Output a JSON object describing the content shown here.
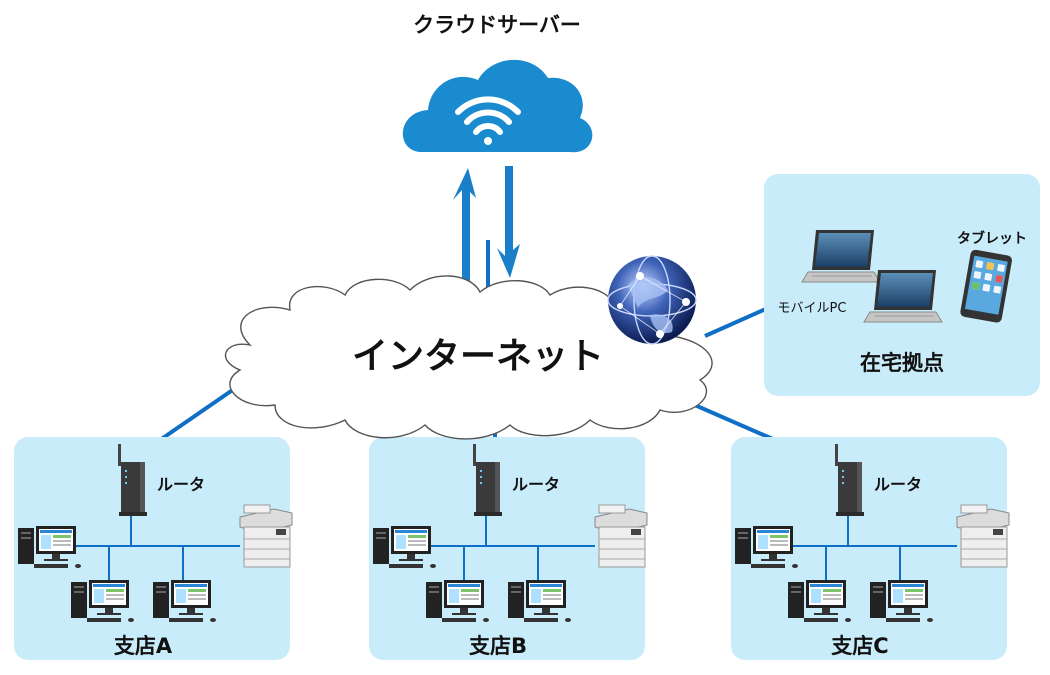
{
  "cloud_server": {
    "title": "クラウドサーバー",
    "icon": "wifi-icon"
  },
  "internet": {
    "label": "インターネット",
    "icon": "globe-icon"
  },
  "remote": {
    "title": "在宅拠点",
    "mobile_pc": "モバイルPC",
    "tablet": "タブレット"
  },
  "branches": [
    {
      "name": "支店A",
      "router": "ルータ"
    },
    {
      "name": "支店B",
      "router": "ルータ"
    },
    {
      "name": "支店C",
      "router": "ルータ"
    }
  ],
  "colors": {
    "panel": "#c9ecfa",
    "link": "#0f6fc6",
    "cloud": "#1b8bd0",
    "arrow": "#1a7fc9"
  }
}
